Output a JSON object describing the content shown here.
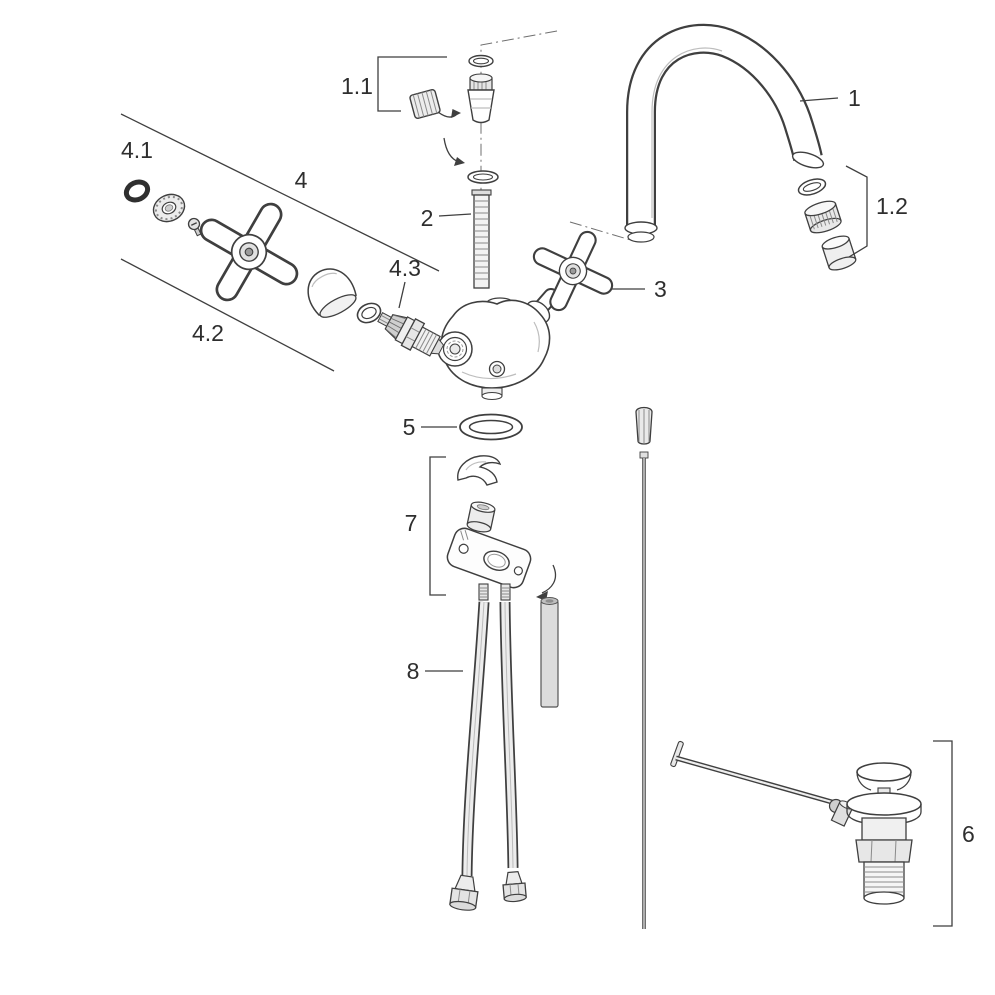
{
  "labels": {
    "spout": "1",
    "aerator": "1.1",
    "spout_kit": "1.2",
    "riser": "2",
    "right_handle": "3",
    "handle_group": "4",
    "ring": "4.1",
    "handle_parts": "4.2",
    "cartridge": "4.3",
    "gasket": "5",
    "drain": "6",
    "mounting": "7",
    "hoses": "8"
  },
  "colors": {
    "ink": "#3f3f3f",
    "background": "#ffffff",
    "shade": "#d9d9d9"
  }
}
